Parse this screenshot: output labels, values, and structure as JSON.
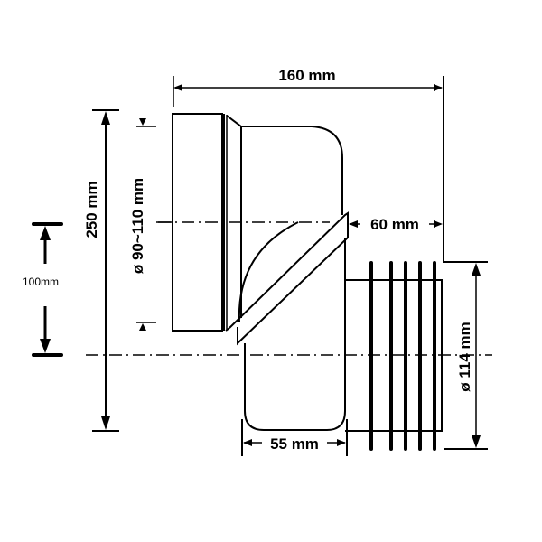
{
  "title": "Offset WC pan connector dimension drawing",
  "dimensions": {
    "overall_width": "160 mm",
    "overall_height": "250 mm",
    "offset": "100mm",
    "inlet_diameter": "ø 90~110 mm",
    "outlet_diameter": "ø 114 mm",
    "outlet_gap": "60 mm",
    "bottom_width": "55 mm"
  },
  "colors": {
    "line": "#000000",
    "background": "#ffffff"
  }
}
